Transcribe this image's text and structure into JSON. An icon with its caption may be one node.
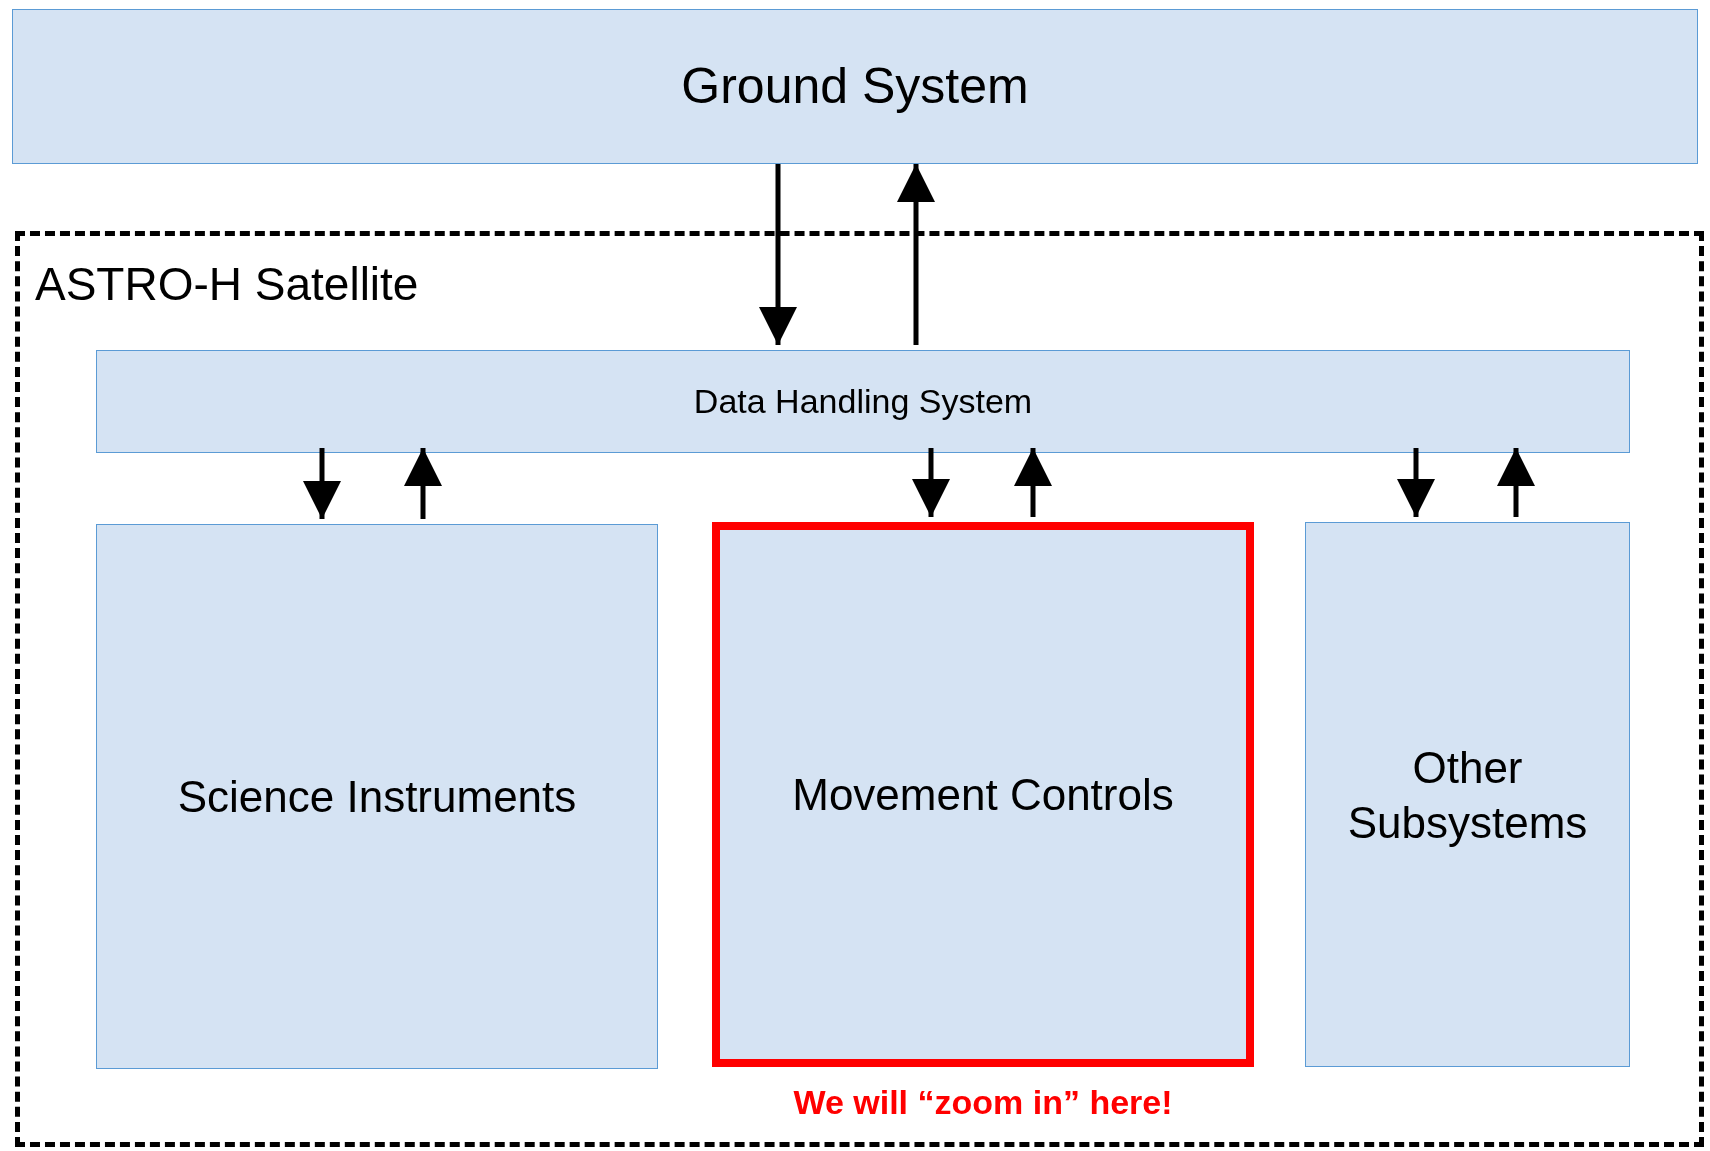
{
  "diagram": {
    "nodes": [
      {
        "text": [
          "Ground System"
        ]
      },
      {
        "text": [
          "ASTRO-H Satellite"
        ]
      },
      {
        "text": [
          "Data Handling System"
        ],
        "in": 1
      },
      {
        "text": [
          "Science Instruments"
        ],
        "in": 1
      },
      {
        "text": [
          "Movement Controls"
        ],
        "in": 1,
        "beside": [
          "We will “zoom in” here!"
        ]
      },
      {
        "text": [
          "Other Subsystems"
        ],
        "in": 1
      }
    ],
    "edges": [
      {
        "from": 0,
        "to": 2,
        "arrow": "to"
      },
      {
        "from": 2,
        "to": 0,
        "arrow": "to"
      },
      {
        "from": 2,
        "to": 3,
        "arrow": "to"
      },
      {
        "from": 3,
        "to": 2,
        "arrow": "to"
      },
      {
        "from": 2,
        "to": 4,
        "arrow": "to"
      },
      {
        "from": 4,
        "to": 2,
        "arrow": "to"
      },
      {
        "from": 2,
        "to": 5,
        "arrow": "to"
      },
      {
        "from": 5,
        "to": 2,
        "arrow": "to"
      }
    ]
  }
}
